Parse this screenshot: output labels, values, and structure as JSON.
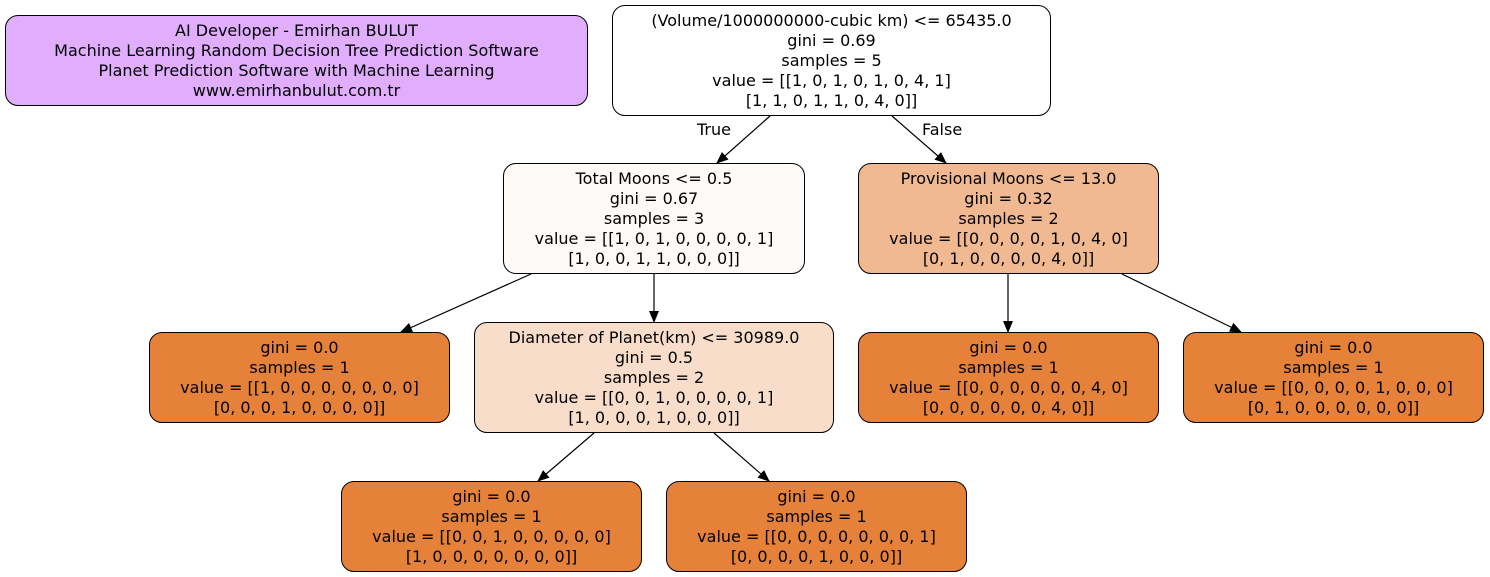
{
  "colors": {
    "leaf": "#e58139",
    "info": "#e0aefd",
    "n0": "#ffffff",
    "n1": "#fefaf7",
    "n2": "#f1b991",
    "n4": "#f8ddca",
    "edge": "#000000"
  },
  "info": {
    "line1": "AI Developer - Emirhan BULUT",
    "line2": "Machine Learning Random Decision Tree Prediction Software",
    "line3": "Planet Prediction Software with Machine Learning",
    "line4": "www.emirhanbulut.com.tr"
  },
  "edge_labels": {
    "true": "True",
    "false": "False"
  },
  "nodes": {
    "n0": [
      "(Volume/1000000000-cubic km) <= 65435.0",
      "gini = 0.69",
      "samples = 5",
      "value = [[1, 0, 1, 0, 1, 0, 4, 1]",
      "[1, 1, 0, 1, 1, 0, 4, 0]]"
    ],
    "n1": [
      "Total Moons <= 0.5",
      "gini = 0.67",
      "samples = 3",
      "value = [[1, 0, 1, 0, 0, 0, 0, 1]",
      "[1, 0, 0, 1, 1, 0, 0, 0]]"
    ],
    "n2": [
      "Provisional Moons <= 13.0",
      "gini = 0.32",
      "samples = 2",
      "value = [[0, 0, 0, 0, 1, 0, 4, 0]",
      "[0, 1, 0, 0, 0, 0, 4, 0]]"
    ],
    "n3": [
      "gini = 0.0",
      "samples = 1",
      "value = [[1, 0, 0, 0, 0, 0, 0, 0]",
      "[0, 0, 0, 1, 0, 0, 0, 0]]"
    ],
    "n4": [
      "Diameter of Planet(km) <= 30989.0",
      "gini = 0.5",
      "samples = 2",
      "value = [[0, 0, 1, 0, 0, 0, 0, 1]",
      "[1, 0, 0, 0, 1, 0, 0, 0]]"
    ],
    "n5": [
      "gini = 0.0",
      "samples = 1",
      "value = [[0, 0, 0, 0, 0, 0, 4, 0]",
      "[0, 0, 0, 0, 0, 0, 4, 0]]"
    ],
    "n6": [
      "gini = 0.0",
      "samples = 1",
      "value = [[0, 0, 0, 0, 1, 0, 0, 0]",
      "[0, 1, 0, 0, 0, 0, 0, 0]]"
    ],
    "n7": [
      "gini = 0.0",
      "samples = 1",
      "value = [[0, 0, 1, 0, 0, 0, 0, 0]",
      "[1, 0, 0, 0, 0, 0, 0, 0]]"
    ],
    "n8": [
      "gini = 0.0",
      "samples = 1",
      "value = [[0, 0, 0, 0, 0, 0, 0, 1]",
      "[0, 0, 0, 0, 1, 0, 0, 0]]"
    ]
  }
}
